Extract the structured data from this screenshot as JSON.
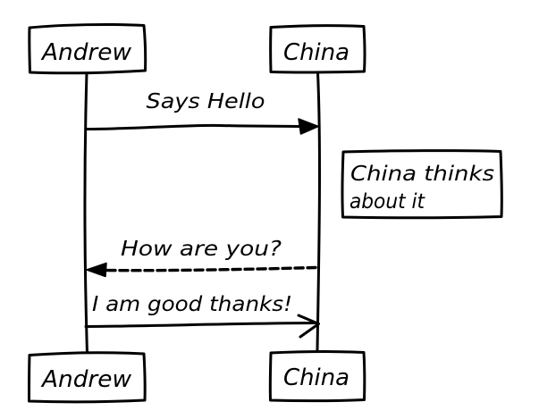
{
  "diagram": {
    "type": "sequence-diagram",
    "style": "hand-drawn",
    "colors": {
      "ink": "#000000",
      "background": "#ffffff"
    },
    "actors": [
      {
        "label": "Andrew"
      },
      {
        "label": "China"
      }
    ],
    "messages": [
      {
        "from": "Andrew",
        "to": "China",
        "label": "Says Hello",
        "line": "solid",
        "arrowhead": "filled",
        "direction": "right"
      },
      {
        "from": "China",
        "to": "Andrew",
        "label": "How are you?",
        "line": "dashed",
        "arrowhead": "filled",
        "direction": "left"
      },
      {
        "from": "Andrew",
        "to": "China",
        "label": "I am good thanks!",
        "line": "solid",
        "arrowhead": "open",
        "direction": "right"
      }
    ],
    "note": {
      "attached_to": "China",
      "lines": [
        "China thinks",
        "about it"
      ]
    }
  }
}
